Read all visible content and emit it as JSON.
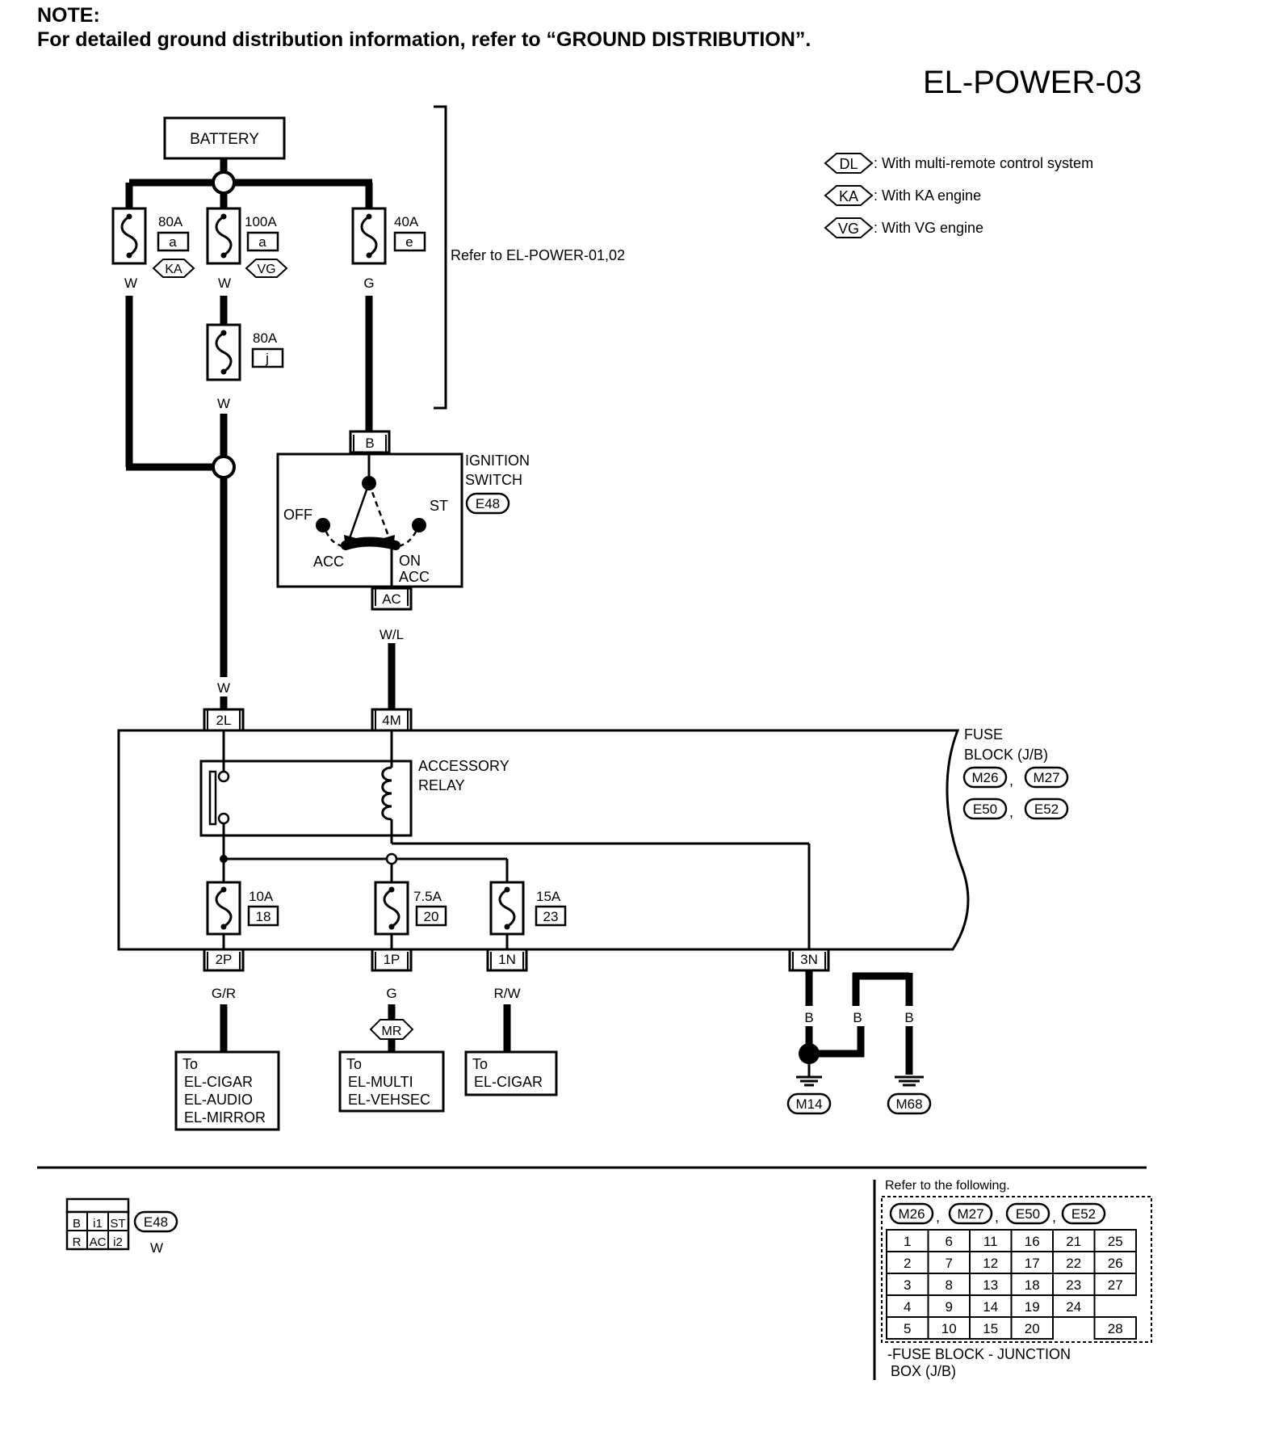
{
  "note": {
    "heading": "NOTE:",
    "text": "For detailed ground distribution information, refer to “GROUND DISTRIBUTION”."
  },
  "page_id": "EL-POWER-03",
  "legend": [
    {
      "code": "DL",
      "text": ": With multi-remote control system"
    },
    {
      "code": "KA",
      "text": ": With KA engine"
    },
    {
      "code": "VG",
      "text": ": With VG engine"
    }
  ],
  "battery": "BATTERY",
  "refer_note": "Refer to EL-POWER-01,02",
  "fusible_links": [
    {
      "amp": "80A",
      "letter": "a",
      "option": "KA",
      "wire": "W"
    },
    {
      "amp": "100A",
      "letter": "a",
      "option": "VG",
      "wire": "W"
    },
    {
      "amp": "40A",
      "letter": "e",
      "wire": "G"
    },
    {
      "amp": "80A",
      "letter": "j",
      "wire": "W"
    }
  ],
  "ignition_switch": {
    "label_line1": "IGNITION",
    "label_line2": "SWITCH",
    "connector": "E48",
    "input_pin": "B",
    "output_pin": "AC",
    "positions": {
      "off": "OFF",
      "st": "ST",
      "acc": "ACC",
      "on": "ON",
      "on_acc": "ACC"
    },
    "output_wire": "W/L"
  },
  "main_wire": "W",
  "fuse_block": {
    "label_line1": "FUSE",
    "label_line2": "BLOCK (J/B)",
    "connectors": [
      "M26",
      "M27",
      "E50",
      "E52"
    ],
    "input_pins": [
      "2L",
      "4M"
    ],
    "relay_line1": "ACCESSORY",
    "relay_line2": "RELAY",
    "fuses": [
      {
        "amp": "10A",
        "number": "18",
        "pin": "2P",
        "wire": "G/R"
      },
      {
        "amp": "7.5A",
        "number": "20",
        "pin": "1P",
        "wire": "G",
        "option": "MR"
      },
      {
        "amp": "15A",
        "number": "23",
        "pin": "1N",
        "wire": "R/W"
      }
    ],
    "ground_pin": "3N"
  },
  "destinations": [
    [
      "To",
      "EL-CIGAR",
      "EL-AUDIO",
      "EL-MIRROR"
    ],
    [
      "To",
      "EL-MULTI",
      "EL-VEHSEC"
    ],
    [
      "To",
      "EL-CIGAR"
    ]
  ],
  "grounds": [
    {
      "wire": "B",
      "connector": "M14"
    },
    {
      "wire": "B",
      "connector": ""
    },
    {
      "wire": "B",
      "connector": "M68"
    }
  ],
  "connector_face": {
    "pins_top": [
      "B",
      "i1",
      "ST"
    ],
    "pins_bottom": [
      "R",
      "AC",
      "i2"
    ],
    "connector": "E48",
    "color": "W"
  },
  "jb_reference": {
    "title": "Refer to the following.",
    "connectors": [
      "M26",
      "M27",
      "E50",
      "E52"
    ],
    "grid": [
      [
        "1",
        "6",
        "11",
        "16",
        "21",
        "25"
      ],
      [
        "2",
        "7",
        "12",
        "17",
        "22",
        "26"
      ],
      [
        "3",
        "8",
        "13",
        "18",
        "23",
        "27"
      ],
      [
        "4",
        "9",
        "14",
        "19",
        "24",
        ""
      ],
      [
        "5",
        "10",
        "15",
        "20",
        "",
        "28"
      ]
    ],
    "caption_line1": "-FUSE BLOCK - JUNCTION",
    "caption_line2": "BOX (J/B)"
  }
}
